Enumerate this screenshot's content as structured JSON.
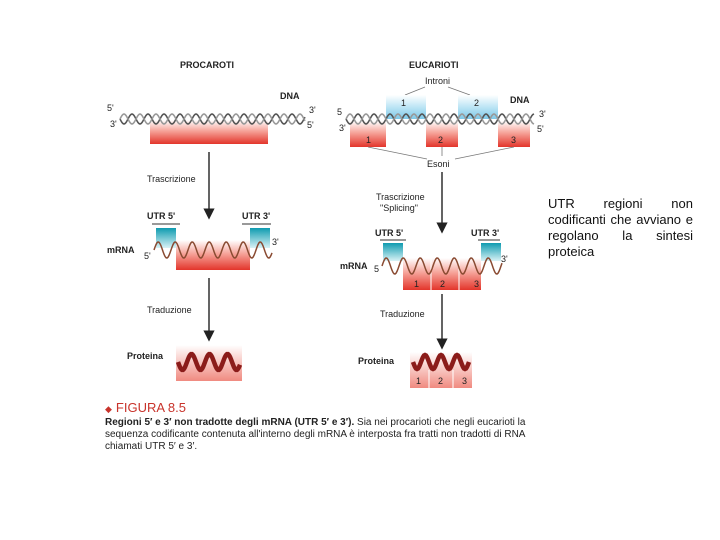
{
  "prok": {
    "title": "PROCAROTI",
    "dna_label": "DNA",
    "five_prime_top": "5'",
    "three_prime_bottom_left": "3'",
    "three_prime_top_right": "3'",
    "five_prime_bottom_right": "5'",
    "transcription": "Trascrizione",
    "utr5": "UTR 5'",
    "utr3": "UTR 3'",
    "mrna": "mRNA",
    "mrna_5": "5'",
    "mrna_3": "3'",
    "translation": "Traduzione",
    "protein": "Proteina"
  },
  "euk": {
    "title": "EUCARIOTI",
    "introns": "Introni",
    "dna_label": "DNA",
    "five_left": "5",
    "three_left": "3'",
    "three_right": "3'",
    "five_right": "5'",
    "intron_numbers": [
      "1",
      "2"
    ],
    "exon_numbers": [
      "1",
      "2",
      "3"
    ],
    "exons": "Esoni",
    "transcription_line1": "Trascrizione",
    "transcription_line2": "\"Splicing\"",
    "utr5": "UTR 5'",
    "utr3": "UTR 3'",
    "mrna": "mRNA",
    "mrna_5": "5",
    "mrna_3": "3'",
    "mrna_exons": [
      "1",
      "2",
      "3"
    ],
    "translation": "Traduzione",
    "protein": "Proteina",
    "protein_exons": [
      "1",
      "2",
      "3"
    ]
  },
  "caption": {
    "marker": "◆",
    "figure_title": "FIGURA 8.5",
    "bold_text": "Regioni 5′ e 3′ non tradotte degli mRNA (UTR 5′ e 3′).",
    "body_text": " Sia nei procarioti che negli eucarioti la sequenza codificante contenuta all'interno degli mRNA è interposta fra tratti non tradotti di RNA chiamati UTR 5′ e 3′."
  },
  "note": "UTR regioni non codificanti che avviano e regolano la sintesi proteica",
  "colors": {
    "red_band": "#e8443a",
    "intron_blue": "#8fd0ee",
    "utr_teal": "#1aa7b8",
    "caption_red": "#c8332b"
  }
}
